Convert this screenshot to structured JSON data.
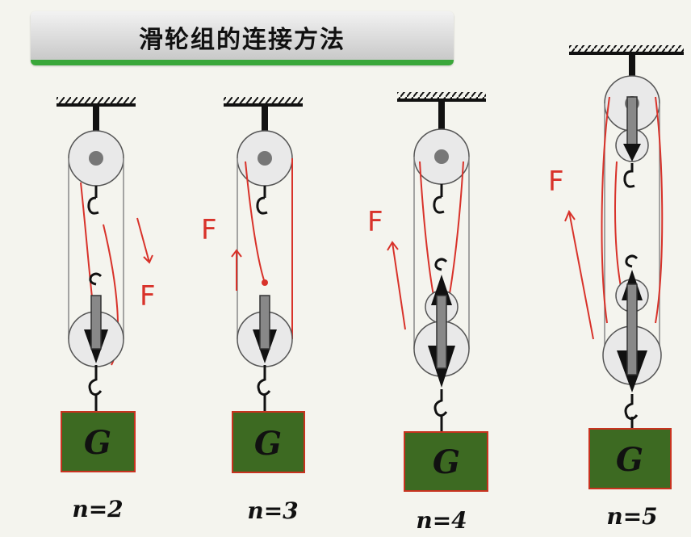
{
  "title": "滑轮组的连接方法",
  "colors": {
    "banner_accent": "#3aa73a",
    "rope": "#d8322a",
    "weight_fill": "#3d6a22",
    "weight_border": "#c8321f",
    "pulley": "#e9e9e9",
    "bracket": "#111111"
  },
  "figures": [
    {
      "weight_label": "G",
      "n_label": "n=2",
      "force_label": "F"
    },
    {
      "weight_label": "G",
      "n_label": "n=3",
      "force_label": "F"
    },
    {
      "weight_label": "G",
      "n_label": "n=4",
      "force_label": "F"
    },
    {
      "weight_label": "G",
      "n_label": "n=5",
      "force_label": "F"
    }
  ]
}
